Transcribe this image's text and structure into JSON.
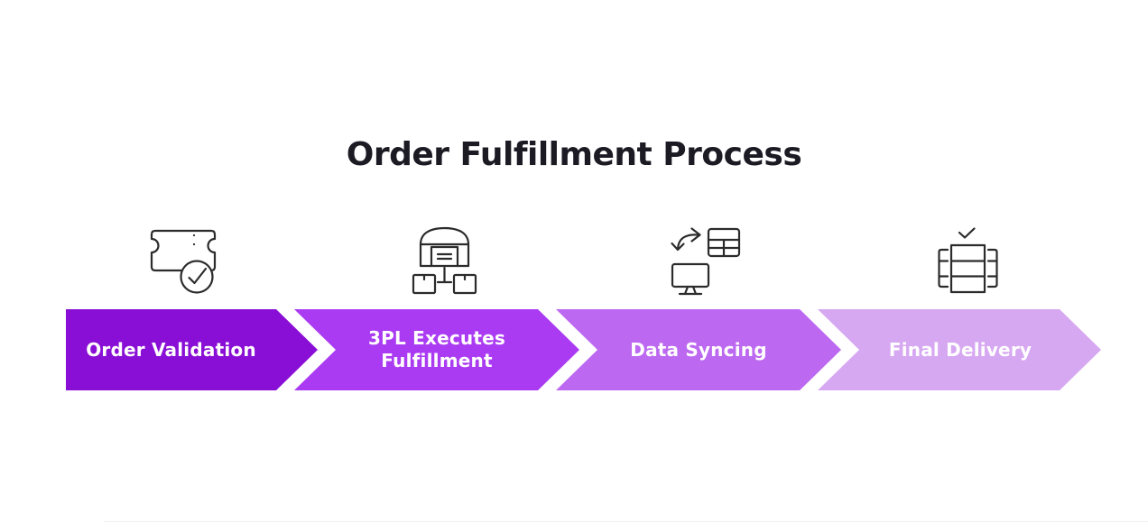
{
  "title": "Order Fulfillment Process",
  "steps": [
    {
      "label": "Order Validation",
      "color": "#8A0FD6",
      "icon": "ticket-check"
    },
    {
      "label": "3PL Executes Fulfillment",
      "color": "#AA3BF2",
      "icon": "warehouse-network"
    },
    {
      "label": "Data Syncing",
      "color": "#BD68F0",
      "icon": "sync-table-monitor"
    },
    {
      "label": "Final Delivery",
      "color": "#D7A8F2",
      "icon": "shelf-check"
    }
  ],
  "style": {
    "background": "#FFFFFF",
    "title_color": "#1C1B24",
    "label_color": "#FFFFFF",
    "icon_stroke": "#2B2B2B"
  }
}
